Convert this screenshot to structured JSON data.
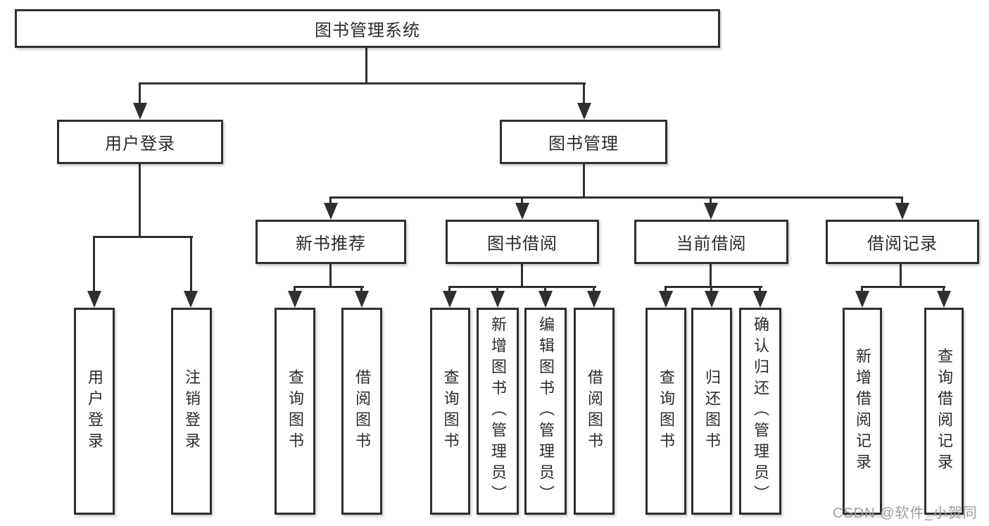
{
  "diagram": {
    "root": {
      "label": "图书管理系统"
    },
    "branches": [
      {
        "label": "用户登录",
        "leaves": [
          {
            "label": "用户登录"
          },
          {
            "label": "注销登录"
          }
        ]
      },
      {
        "label": "图书管理",
        "groups": [
          {
            "label": "新书推荐",
            "leaves": [
              {
                "label": "查询图书"
              },
              {
                "label": "借阅图书"
              }
            ]
          },
          {
            "label": "图书借阅",
            "leaves": [
              {
                "label": "查询图书"
              },
              {
                "label": "新增图书（管理员）"
              },
              {
                "label": "编辑图书（管理员）"
              },
              {
                "label": "借阅图书"
              }
            ]
          },
          {
            "label": "当前借阅",
            "leaves": [
              {
                "label": "查询图书"
              },
              {
                "label": "归还图书"
              },
              {
                "label": "确认归还（管理员）"
              }
            ]
          },
          {
            "label": "借阅记录",
            "leaves": [
              {
                "label": "新增借阅记录"
              },
              {
                "label": "查询借阅记录"
              }
            ]
          }
        ]
      }
    ]
  },
  "watermark": {
    "text": "CSDN @软件_小贺同学"
  },
  "colors": {
    "line": "#2f2f2f",
    "box_border": "#2f2f2f",
    "box_background": "#ffffff",
    "label_text": "#2b2b2b",
    "watermark_text": "#9c9c9c"
  }
}
